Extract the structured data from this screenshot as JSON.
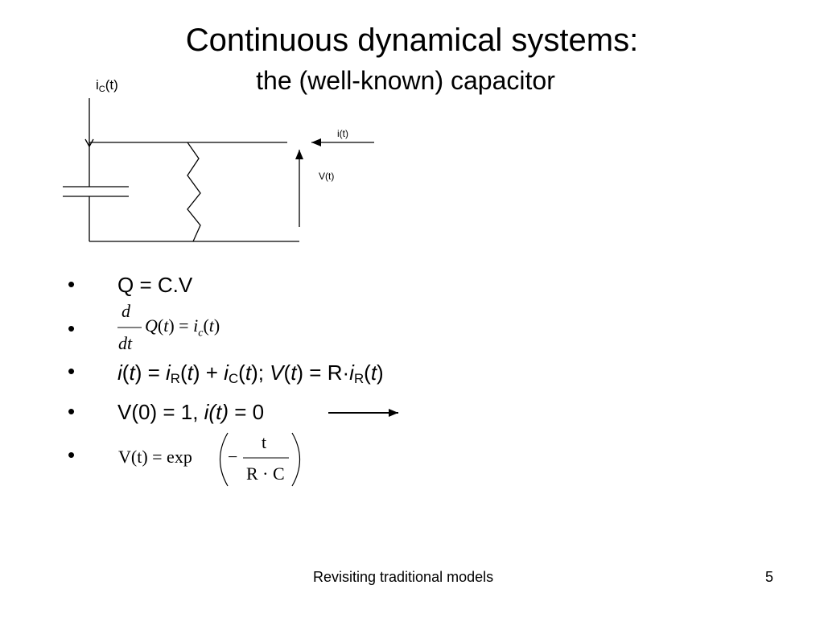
{
  "slide": {
    "title": "Continuous dynamical systems:",
    "subtitle": "the (well-known) capacitor",
    "footer": "Revisiting traditional models",
    "page_number": "5"
  },
  "circuit": {
    "ic_label": {
      "main": "i",
      "sub": "C",
      "tail": "(t)"
    },
    "i_label": "i(t)",
    "v_label": "V(t)"
  },
  "bullets": {
    "marker": "•",
    "b1": "Q = C.V",
    "b2": {
      "num": "d",
      "den": "dt",
      "lhs": "Q",
      "lp": "(",
      "t1": "t",
      "rp": ")",
      "eq": "=",
      "i": "i",
      "isub": "c",
      "lp2": "(",
      "t2": "t",
      "rp2": ")"
    },
    "b3": {
      "p1": "i",
      "p2": "(",
      "p3": "t",
      "p4": ") = ",
      "p5": "i",
      "p6": "R",
      "p7": "(",
      "p8": "t",
      "p9": ") + ",
      "p10": "i",
      "p11": "C",
      "p12": "(",
      "p13": "t",
      "p14": "); ",
      "p15": "V",
      "p16": "(",
      "p17": "t",
      "p18": ") = R·",
      "p19": "i",
      "p20": "R",
      "p21": "(",
      "p22": "t",
      "p23": ")"
    },
    "b4": {
      "p1": "V(0) = 1, ",
      "p2": "i(t)",
      "p3": " = 0"
    },
    "b5": {
      "lhs": "V(t) = exp",
      "minus": "−",
      "num": "t",
      "den": "R · C"
    }
  }
}
